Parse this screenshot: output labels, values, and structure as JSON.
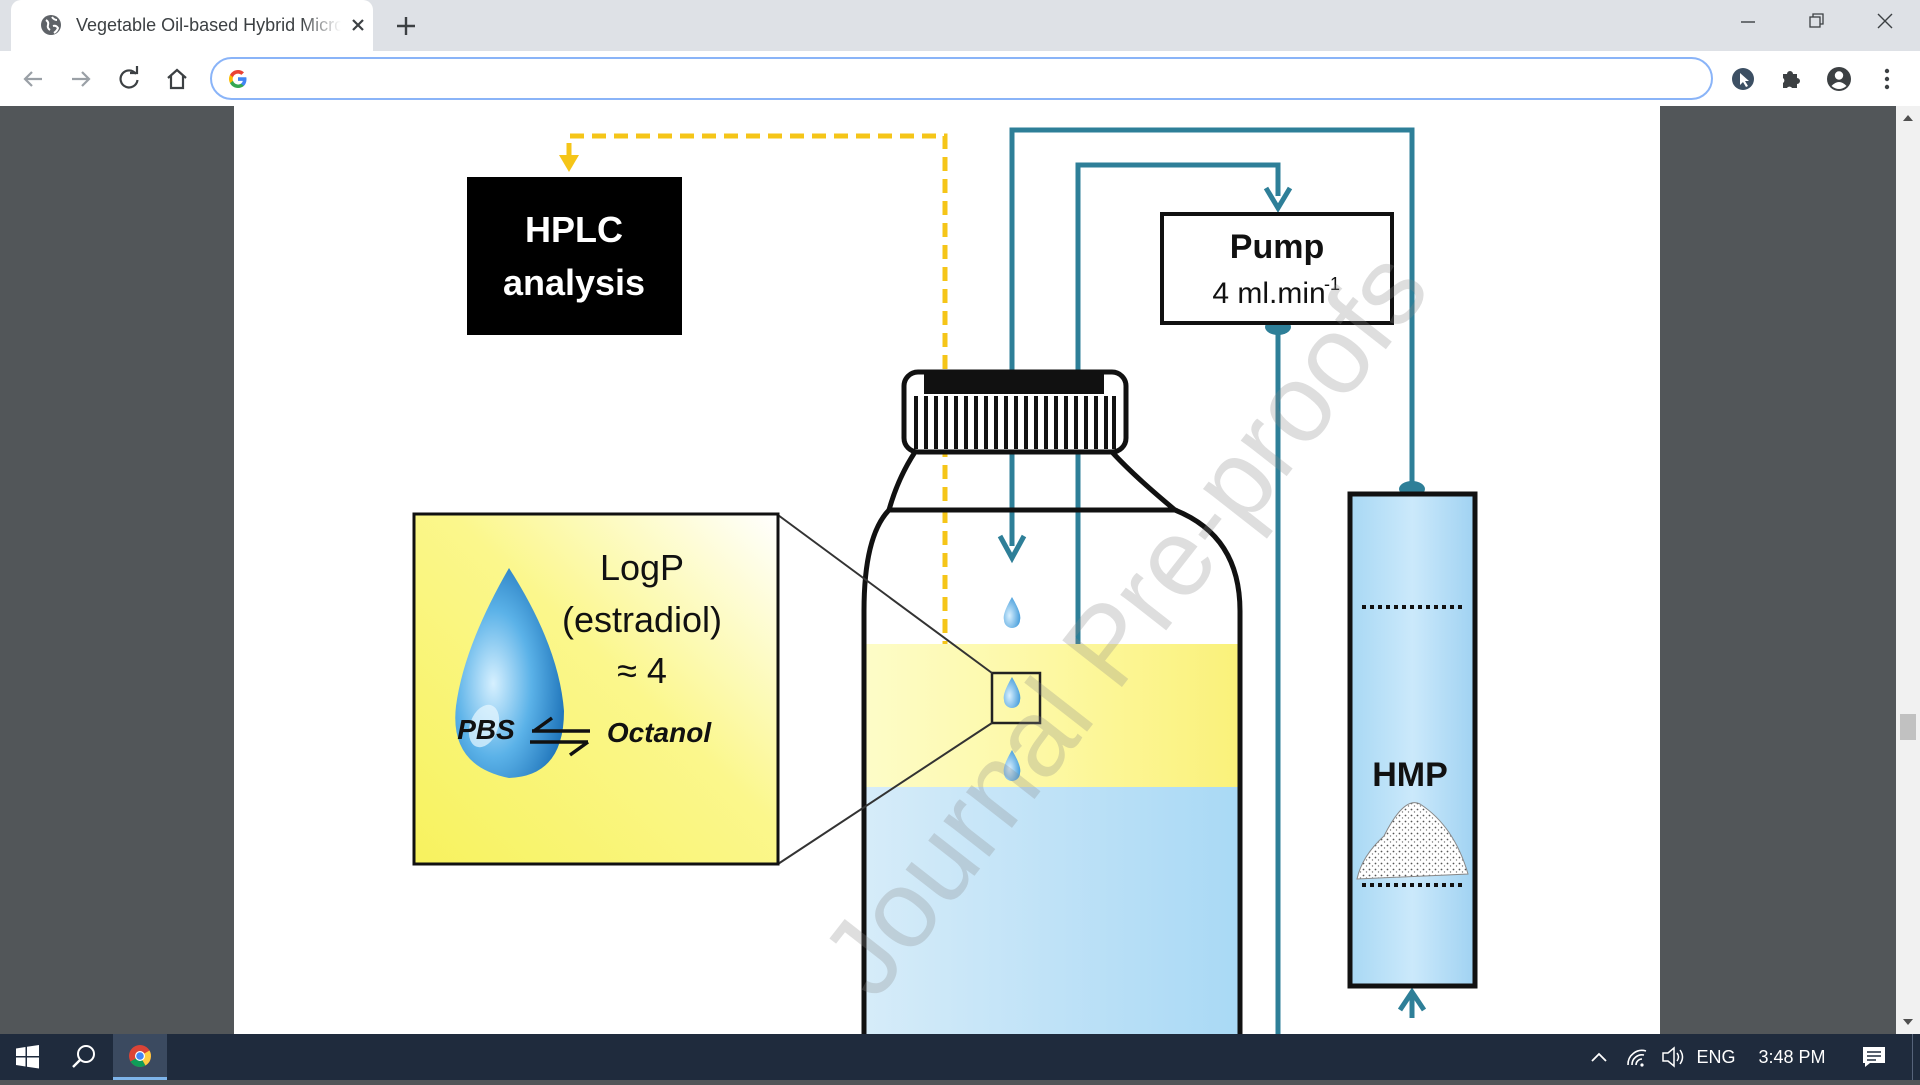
{
  "browser": {
    "tab": {
      "title": "Vegetable Oil-based Hybrid Microparticles",
      "favicon": "globe-icon",
      "close_icon": "close-icon"
    },
    "new_tab_icon": "plus-icon",
    "window_controls": [
      "minimize-icon",
      "restore-icon",
      "close-icon"
    ],
    "toolbar": {
      "nav_icons": [
        "back-arrow-icon",
        "forward-arrow-icon",
        "reload-icon",
        "home-icon"
      ],
      "omnibox": {
        "value": "",
        "placeholder": "",
        "search_engine_icon": "google-g-icon"
      },
      "extension_icons": [
        "cursor-extension-icon",
        "puzzle-extensions-icon",
        "account-icon",
        "kebab-menu-icon"
      ]
    }
  },
  "figure": {
    "hplc_label_line1": "HPLC",
    "hplc_label_line2": "analysis",
    "pump_label": "Pump",
    "pump_rate": "4 ml.min",
    "pump_rate_exponent": "-1",
    "logp_line1": "LogP",
    "logp_line2": "(estradiol)",
    "logp_line3": "≈ 4",
    "equilibrium_left": "PBS",
    "equilibrium_right": "Octanol",
    "column_label": "HMP",
    "watermark": "Journal Pre-proofs",
    "colors": {
      "flow_line": "#2e7f98",
      "sampling_line": "#f5c518",
      "octanol_layer": "#fdf79a",
      "water_layer": "#b8def5",
      "hplc_box": "#000000"
    }
  },
  "taskbar": {
    "icons": [
      "windows-start-icon",
      "search-icon",
      "chrome-icon"
    ],
    "tray": {
      "icons": [
        "chevron-up-icon",
        "wifi-icon",
        "speaker-icon"
      ],
      "language": "ENG",
      "time": "3:48 PM",
      "notification_icon": "notification-icon"
    }
  }
}
